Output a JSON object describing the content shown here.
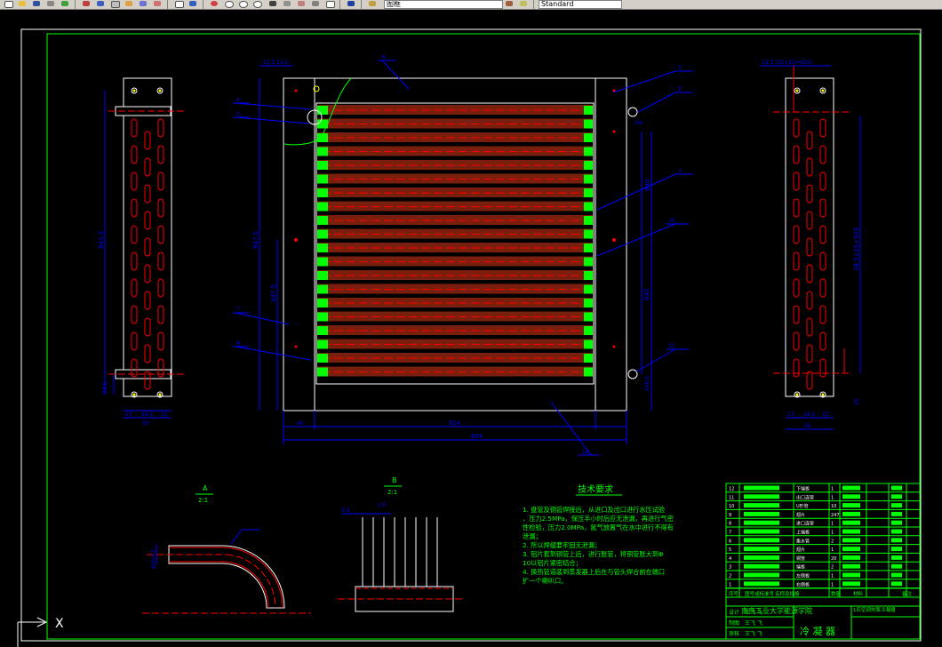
{
  "toolbar": {
    "layer_name": "图框",
    "style_name": "Standard",
    "icons": [
      "new-icon",
      "open-icon",
      "save-icon",
      "print-icon",
      "undo-icon",
      "redo-icon",
      "pan-icon",
      "zoom-icon",
      "layer-icon",
      "properties-icon"
    ]
  },
  "colors": {
    "background": "#000000",
    "frame": "#00ff00",
    "dimension": "#0000ff",
    "centerline": "#ff0000",
    "part": "#ffffff",
    "fin": "#7a1f0e",
    "tube_end": "#00ff00"
  },
  "drawing": {
    "left_view": {
      "dim_height": "843.5",
      "dim_bottom_1": "22.5",
      "dim_bottom_2": "20",
      "dim_widths": [
        "13",
        "24.5",
        "13"
      ],
      "dim_total_width": "50"
    },
    "front_view": {
      "dims_top_left": "12.5 12.5",
      "dim_left_height": "947.5",
      "dim_left_sub": "447.5",
      "dim_right_height": "840",
      "dim_right_sub": "840",
      "dim_right_bottom": "100.5",
      "dim_inner_width": "814",
      "dim_total_width": "894",
      "dim_left_small": "40",
      "dim_right_top": "64"
    },
    "right_view": {
      "dim_top": "12.5 (25×25=625)",
      "dim_height": "38.5×25=925",
      "dim_bottom": "25",
      "dim_widths": [
        "13",
        "24.5",
        "13"
      ],
      "dim_total_width": "50"
    },
    "balloons": [
      "1",
      "2",
      "3",
      "4",
      "5",
      "6",
      "7",
      "8",
      "9",
      "10",
      "11",
      "12"
    ],
    "detail_a": {
      "label": "A",
      "scale": "2:1"
    },
    "detail_b": {
      "label": "B",
      "scale": "2:1"
    },
    "detail_dims": {
      "b_top_left": "0.5",
      "b_top_right": "2.0",
      "a_left": "φ10×0.5"
    },
    "technical_requirements": {
      "title": "技术要求",
      "items": [
        "1.   盘管及铜管焊接后，从进口及出口进行水压试验，压力2.5MPa，保压半小时后应无泄漏，再进行气密性检验，压力2.0MPa，氮气放置气在水中进行不得有泄漏；",
        "2.   所以焊缝要牢固无泄漏；",
        "3.   铝片套到铜管上后，进行胀管，将铜管胀大到Φ10以铝片紧密结合；",
        "4.   换热管道装到蒸发器上后在与管头焊合前在端口扩一个喇叭口。"
      ]
    },
    "title_block": {
      "school": "南京工业大学能源学院",
      "drawing_name": "冷 凝 器",
      "project": "1匹空调热泵冷凝器",
      "header": [
        "序号",
        "图号或标准号",
        "名称及规格",
        "数量",
        "材料",
        "备注"
      ],
      "row_numbers": [
        "12",
        "11",
        "10",
        "9",
        "8",
        "7",
        "6",
        "5",
        "4",
        "3",
        "2",
        "1"
      ],
      "roles": [
        "设计",
        "制图",
        "审核"
      ],
      "role_names": [
        "王飞 飞",
        "王飞 飞",
        "王飞 飞"
      ],
      "part_names": [
        "下端板",
        "出口连管",
        "U形管",
        "翅片",
        "进口连管",
        "上端板",
        "集水管",
        "翅片",
        "铜管",
        "端板",
        "左侧板",
        "右侧板"
      ],
      "quantities": [
        "1",
        "1",
        "10",
        "247",
        "1",
        "1",
        "2",
        "1",
        "20",
        "2",
        "1",
        "1"
      ]
    }
  },
  "command": {
    "axis_label": "X"
  }
}
